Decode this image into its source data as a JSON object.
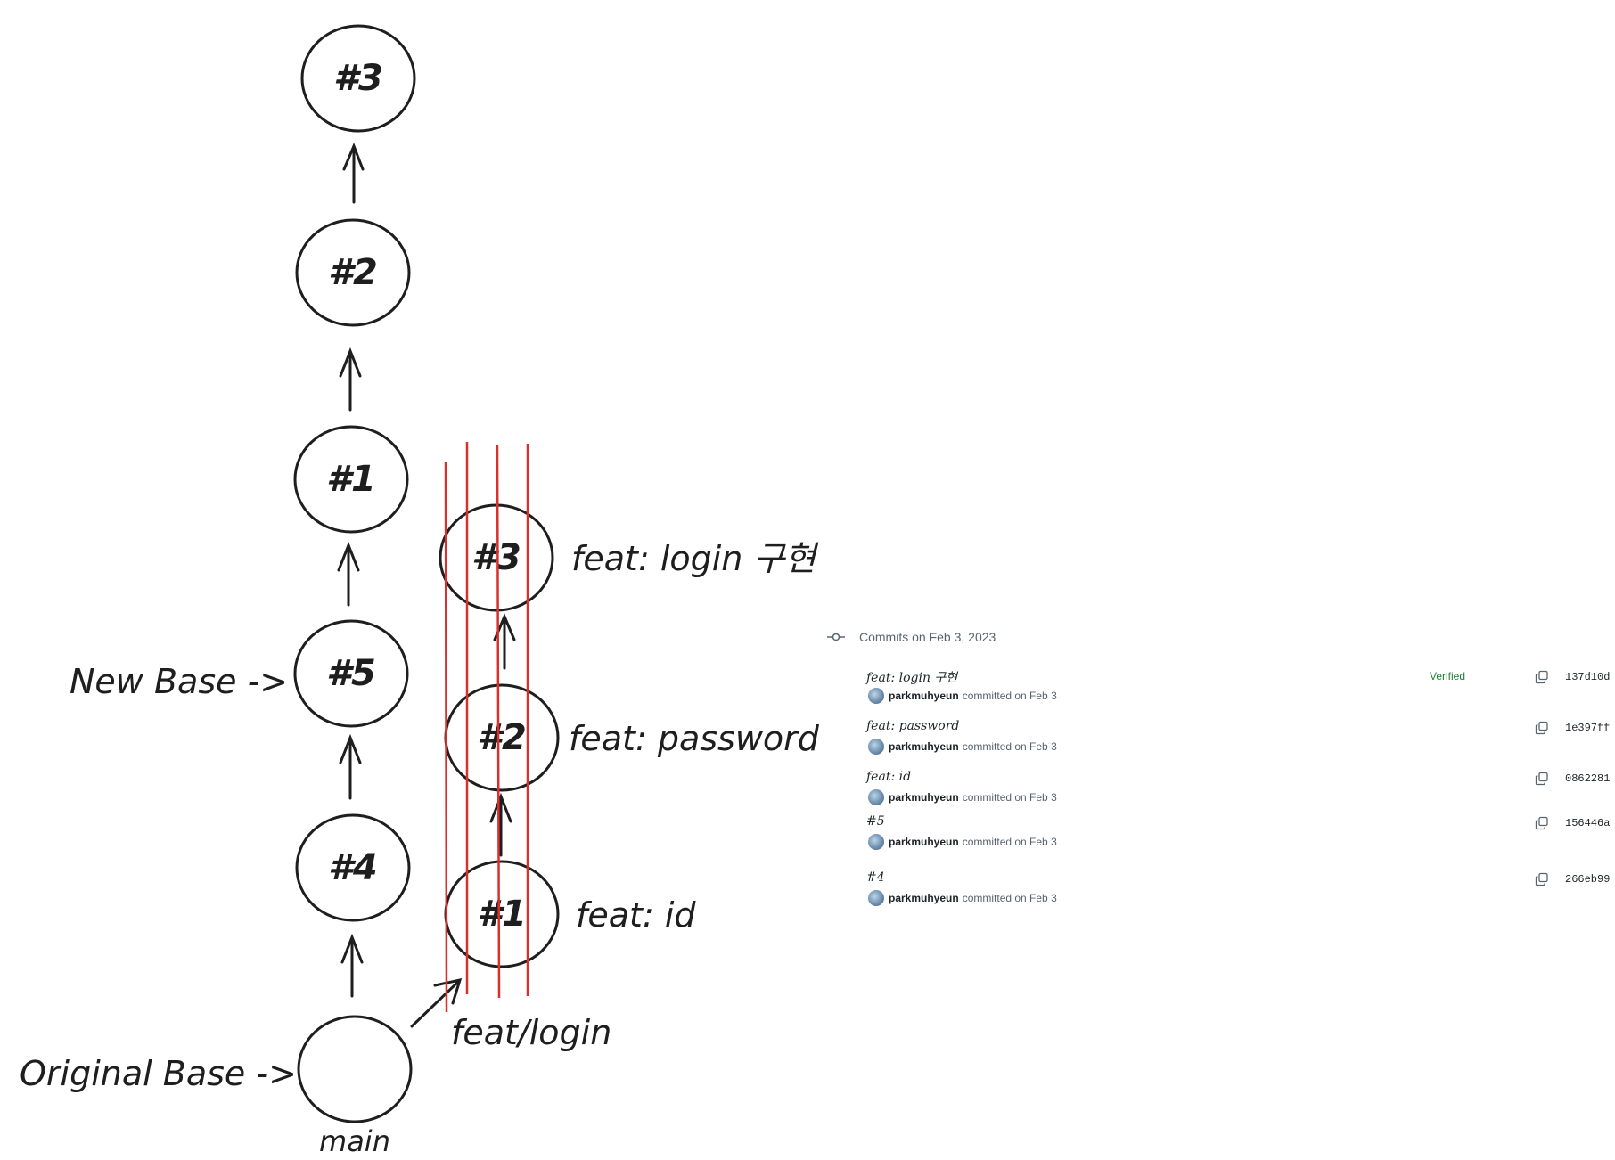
{
  "diagram": {
    "main_stack": [
      "#3",
      "#2",
      "#1",
      "#5",
      "#4",
      ""
    ],
    "branch_stack": [
      "#3",
      "#2",
      "#1"
    ],
    "branch_messages": [
      "feat: login 구현",
      "feat: password",
      "feat: id"
    ],
    "new_base_label": "New Base ->",
    "original_base_label": "Original Base ->",
    "main_label": "main",
    "branch_label": "feat/login",
    "colors": {
      "ink": "#1e1e1e",
      "strike": "#d9302c"
    }
  },
  "commits": {
    "header": "Commits on Feb 3, 2023",
    "header_icon": "git-commit-icon",
    "items": [
      {
        "message": "feat: login 구현",
        "author": "parkmuhyeun",
        "meta": "committed on Feb 3",
        "verified": "Verified",
        "sha": "137d10d"
      },
      {
        "message": "feat: password",
        "author": "parkmuhyeun",
        "meta": "committed on Feb 3",
        "verified": "",
        "sha": "1e397ff"
      },
      {
        "message": "feat: id",
        "author": "parkmuhyeun",
        "meta": "committed on Feb 3",
        "verified": "",
        "sha": "0862281"
      },
      {
        "message": "#5",
        "author": "parkmuhyeun",
        "meta": "committed on Feb 3",
        "verified": "",
        "sha": "156446a"
      },
      {
        "message": "#4",
        "author": "parkmuhyeun",
        "meta": "committed on Feb 3",
        "verified": "",
        "sha": "266eb99"
      }
    ],
    "icons": {
      "copy": "copy-icon",
      "browse": "code-icon"
    }
  }
}
